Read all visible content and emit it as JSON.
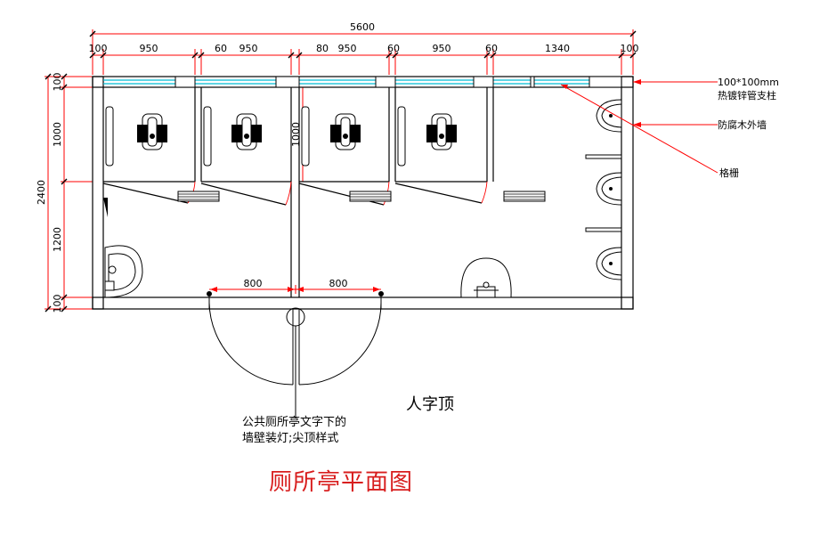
{
  "dimensions": {
    "total_width": "5600",
    "top_segments": [
      "100",
      "950",
      "60",
      "950",
      "80",
      "950",
      "60",
      "950",
      "60",
      "1340",
      "100"
    ],
    "left_overall": "2400",
    "left_segments": [
      "100",
      "1000",
      "1200",
      "100"
    ],
    "inner_partition": "1000",
    "door_left": "800",
    "door_right": "800"
  },
  "annotations": {
    "post": [
      "100*100mm",
      "热镀锌管支柱"
    ],
    "outer_wall": "防腐木外墙",
    "grille": "格栅",
    "lamp": [
      "公共厕所亭文字下的",
      "墙壁装灯;尖顶样式"
    ]
  },
  "roof_label": "人字顶",
  "title": "厕所亭平面图",
  "colors": {
    "dimension_line": "#ff0000",
    "title": "#d81e1e",
    "glass": "#00bcd4",
    "wall": "#000000"
  }
}
